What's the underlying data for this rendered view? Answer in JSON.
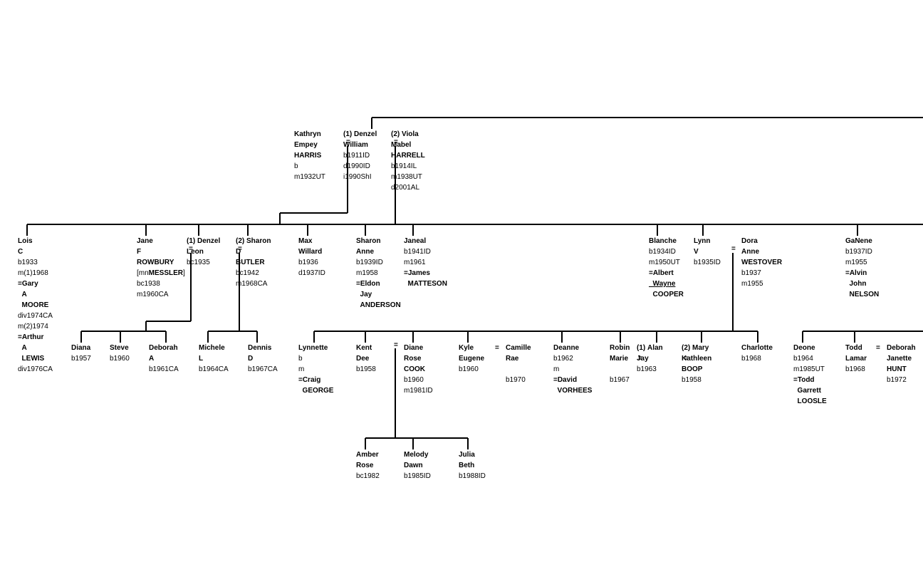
{
  "nodes": [
    {
      "lines": [
        {
          "t": "Kathryn",
          "b": true
        },
        {
          "t": "Empey",
          "b": true
        },
        {
          "t": "HARRIS",
          "b": true
        },
        {
          "t": "b"
        },
        {
          "t": "m1932UT"
        }
      ]
    },
    {
      "lines": [
        {
          "t": "(1) Denzel",
          "b": true
        },
        {
          "t": "William",
          "b": true
        },
        {
          "t": "b1911ID"
        },
        {
          "t": "d1990ID"
        },
        {
          "t": "i1990ShI"
        }
      ]
    },
    {
      "lines": [
        {
          "t": "(2) Viola",
          "b": true
        },
        {
          "t": "Mabel",
          "b": true
        },
        {
          "t": "HARRELL",
          "b": true
        },
        {
          "t": "b1914IL"
        },
        {
          "t": "m1938UT"
        },
        {
          "t": "d2001AL"
        }
      ]
    },
    {
      "lines": [
        {
          "t": "Lois",
          "b": true
        },
        {
          "t": "C",
          "b": true
        },
        {
          "t": "b1933"
        },
        {
          "t": "m(1)1968"
        },
        {
          "t": "=Gary",
          "b": true
        },
        {
          "t": "  A",
          "b": true
        },
        {
          "t": "  MOORE",
          "b": true
        },
        {
          "t": "div1974CA"
        },
        {
          "t": "m(2)1974"
        },
        {
          "t": "=Arthur",
          "b": true
        },
        {
          "t": "  A",
          "b": true
        },
        {
          "t": "  LEWIS",
          "b": true
        },
        {
          "t": "div1976CA"
        }
      ]
    },
    {
      "lines": [
        {
          "t": "Jane",
          "b": true
        },
        {
          "t": "F",
          "b": true
        },
        {
          "t": "ROWBURY",
          "b": true
        },
        {
          "t": "[mn",
          "b2": "MESSLER",
          "t2": "]"
        },
        {
          "t": "bc1938"
        },
        {
          "t": "m1960CA"
        }
      ]
    },
    {
      "lines": [
        {
          "t": "(1) Denzel",
          "b": true
        },
        {
          "t": "Leon",
          "b": true
        },
        {
          "t": "bc1935"
        }
      ]
    },
    {
      "lines": [
        {
          "t": "(2) Sharon",
          "b": true
        },
        {
          "t": "D",
          "b": true
        },
        {
          "t": "BUTLER",
          "b": true
        },
        {
          "t": "bc1942"
        },
        {
          "t": "m1968CA"
        }
      ]
    },
    {
      "lines": [
        {
          "t": "Max",
          "b": true
        },
        {
          "t": "Willard",
          "b": true
        },
        {
          "t": "b1936"
        },
        {
          "t": "d1937ID"
        }
      ]
    },
    {
      "lines": [
        {
          "t": "Sharon",
          "b": true
        },
        {
          "t": "Anne",
          "b": true
        },
        {
          "t": "b1939ID"
        },
        {
          "t": "m1958"
        },
        {
          "t": "=Eldon",
          "b": true
        },
        {
          "t": "  Jay",
          "b": true
        },
        {
          "t": "  ANDERSON",
          "b": true
        }
      ]
    },
    {
      "lines": [
        {
          "t": "Janeal",
          "b": true
        },
        {
          "t": "b1941ID"
        },
        {
          "t": "m1961"
        },
        {
          "t": "=James",
          "b": true
        },
        {
          "t": "  MATTESON",
          "b": true
        }
      ]
    },
    {
      "lines": [
        {
          "t": "Blanche",
          "b": true
        },
        {
          "t": "b1934ID"
        },
        {
          "t": "m1950UT"
        },
        {
          "t": "=Albert",
          "b": true
        },
        {
          "t": "  Wayne",
          "b": true,
          "u": true
        },
        {
          "t": "  COOPER",
          "b": true
        }
      ]
    },
    {
      "lines": [
        {
          "t": "Lynn",
          "b": true
        },
        {
          "t": "V",
          "b": true
        },
        {
          "t": "b1935ID"
        }
      ]
    },
    {
      "lines": [
        {
          "t": "Dora",
          "b": true
        },
        {
          "t": "Anne",
          "b": true
        },
        {
          "t": "WESTOVER",
          "b": true
        },
        {
          "t": "b1937"
        },
        {
          "t": "m1955"
        }
      ]
    },
    {
      "lines": [
        {
          "t": "GaNene",
          "b": true
        },
        {
          "t": "b1937ID"
        },
        {
          "t": "m1955"
        },
        {
          "t": "=Alvin",
          "b": true
        },
        {
          "t": "  John",
          "b": true
        },
        {
          "t": "  NELSON",
          "b": true
        }
      ]
    },
    {
      "lines": [
        {
          "t": "Diana",
          "b": true
        },
        {
          "t": "b1957"
        }
      ]
    },
    {
      "lines": [
        {
          "t": "Steve",
          "b": true
        },
        {
          "t": "b1960"
        }
      ]
    },
    {
      "lines": [
        {
          "t": "Deborah",
          "b": true
        },
        {
          "t": "A",
          "b": true
        },
        {
          "t": "b1961CA"
        }
      ]
    },
    {
      "lines": [
        {
          "t": "Michele",
          "b": true
        },
        {
          "t": "L",
          "b": true
        },
        {
          "t": "b1964CA"
        }
      ]
    },
    {
      "lines": [
        {
          "t": "Dennis",
          "b": true
        },
        {
          "t": "D",
          "b": true
        },
        {
          "t": "b1967CA"
        }
      ]
    },
    {
      "lines": [
        {
          "t": "Lynnette",
          "b": true
        },
        {
          "t": "b"
        },
        {
          "t": "m"
        },
        {
          "t": "=Craig",
          "b": true
        },
        {
          "t": "  GEORGE",
          "b": true
        }
      ]
    },
    {
      "lines": [
        {
          "t": "Kent",
          "b": true
        },
        {
          "t": "Dee",
          "b": true
        },
        {
          "t": "b1958"
        }
      ]
    },
    {
      "lines": [
        {
          "t": "Diane",
          "b": true
        },
        {
          "t": "Rose",
          "b": true
        },
        {
          "t": "COOK",
          "b": true
        },
        {
          "t": "b1960"
        },
        {
          "t": "m1981ID"
        }
      ]
    },
    {
      "lines": [
        {
          "t": "Kyle",
          "b": true
        },
        {
          "t": "Eugene",
          "b": true
        },
        {
          "t": "b1960"
        }
      ]
    },
    {
      "lines": [
        {
          "t": "Camille",
          "b": true
        },
        {
          "t": "Rae",
          "b": true
        },
        {
          "t": ""
        },
        {
          "t": "b1970"
        }
      ]
    },
    {
      "lines": [
        {
          "t": "Deanne",
          "b": true
        },
        {
          "t": "b1962"
        },
        {
          "t": "m"
        },
        {
          "t": "=David",
          "b": true
        },
        {
          "t": "  VORHEES",
          "b": true
        }
      ]
    },
    {
      "lines": [
        {
          "t": "Robin",
          "b": true
        },
        {
          "t": "Marie",
          "b": true
        },
        {
          "t": ""
        },
        {
          "t": "b1967"
        }
      ]
    },
    {
      "lines": [
        {
          "t": "(1) Alan",
          "b": true
        },
        {
          "t": "Jay",
          "b": true
        },
        {
          "t": "b1963"
        }
      ]
    },
    {
      "lines": [
        {
          "t": "(2) Mary",
          "b": true
        },
        {
          "t": "Kathleen",
          "b": true
        },
        {
          "t": "BOOP",
          "b": true
        },
        {
          "t": "b1958"
        }
      ]
    },
    {
      "lines": [
        {
          "t": "Charlotte",
          "b": true
        },
        {
          "t": "b1968"
        }
      ]
    },
    {
      "lines": [
        {
          "t": "Deone",
          "b": true
        },
        {
          "t": "b1964"
        },
        {
          "t": "m1985UT"
        },
        {
          "t": "=Todd",
          "b": true
        },
        {
          "t": "  Garrett",
          "b": true
        },
        {
          "t": "  LOOSLE",
          "b": true
        }
      ]
    },
    {
      "lines": [
        {
          "t": "Todd",
          "b": true
        },
        {
          "t": "Lamar",
          "b": true
        },
        {
          "t": "b1968"
        }
      ]
    },
    {
      "lines": [
        {
          "t": "Deborah",
          "b": true
        },
        {
          "t": "Janette",
          "b": true
        },
        {
          "t": "HUNT",
          "b": true
        },
        {
          "t": "b1972"
        }
      ]
    },
    {
      "lines": [
        {
          "t": "Amber",
          "b": true
        },
        {
          "t": "Rose",
          "b": true
        },
        {
          "t": "bc1982"
        }
      ]
    },
    {
      "lines": [
        {
          "t": "Melody",
          "b": true
        },
        {
          "t": "Dawn",
          "b": true
        },
        {
          "t": "b1985ID"
        }
      ]
    },
    {
      "lines": [
        {
          "t": "Julia",
          "b": true
        },
        {
          "t": "Beth",
          "b": true
        },
        {
          "t": "b1988ID"
        }
      ]
    }
  ],
  "marriage_symbol": "="
}
